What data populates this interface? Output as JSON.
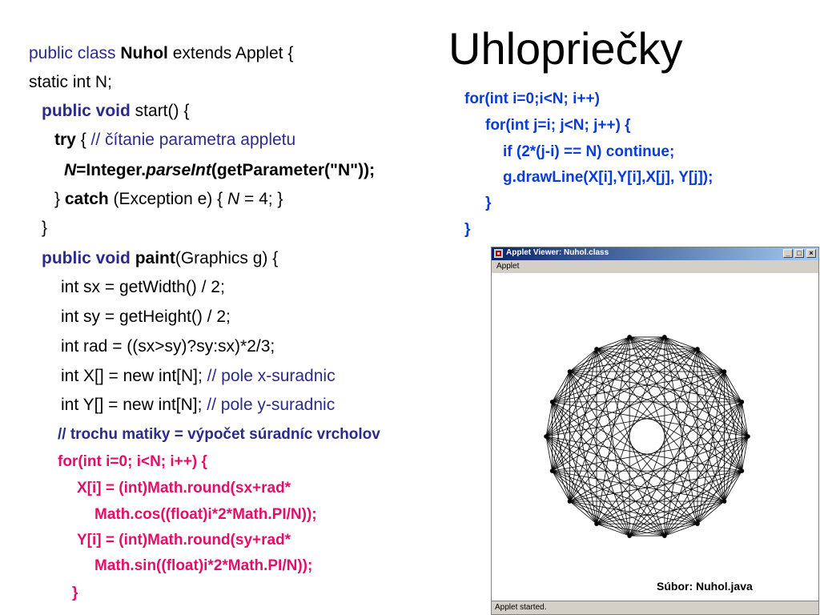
{
  "slide": {
    "title": "Uhlopriečky"
  },
  "code": {
    "l1_a": "public class ",
    "l1_b": "Nuhol",
    "l1_c": " extends Applet {",
    "l2": "static int N;",
    "l3_a": "public void",
    "l3_b": " start() {",
    "l4_a": "try",
    "l4_b": " { ",
    "l4_c": "// čítanie parametra appletu",
    "l5_a": "N",
    "l5_b": "=Integer.",
    "l5_c": "parseInt",
    "l5_d": "(getParameter(\"N\"));",
    "l6_a": "} ",
    "l6_b": "catch",
    "l6_c": " (Exception e) { ",
    "l6_d": "N",
    "l6_e": " = 4; }",
    "l7": "}",
    "l8_a": "public void",
    "l8_b": " ",
    "l8_c": "paint",
    "l8_d": "(Graphics g) {",
    "l9": "int sx = getWidth() / 2;",
    "l10": "int sy = getHeight() / 2;",
    "l11": "int rad = ((sx>sy)?sy:sx)*2/3;",
    "l12_a": "int X[] = new int[N];  ",
    "l12_b": "// pole x-suradnic",
    "l13_a": "int Y[] = new int[N];  ",
    "l13_b": "// pole y-suradnic",
    "l14": "// trochu matiky = výpočet súradníc vrcholov",
    "l15": "for(int i=0; i<N; i++) {",
    "l16": "X[i] = (int)Math.round(sx+rad*",
    "l17": "Math.cos((float)i*2*Math.PI/N));",
    "l18": "Y[i] = (int)Math.round(sy+rad*",
    "l19": "Math.sin((float)i*2*Math.PI/N));",
    "l20": "}"
  },
  "right_code": {
    "r1": "for(int i=0;i<N; i++)",
    "r2": "for(int j=i; j<N; j++) {",
    "r3": "if (2*(j-i) == N) continue;",
    "r4": "g.drawLine(X[i],Y[i],X[j], Y[j]);",
    "r5": "}",
    "r6": "}"
  },
  "applet": {
    "window_title": "Applet Viewer: Nuhol.class",
    "menu_label": "Applet",
    "status": "Applet started.",
    "file_label": "Súbor: Nuhol.java",
    "buttons": {
      "minimize": "_",
      "maximize": "□",
      "close": "×"
    },
    "figure": {
      "n": 18,
      "skip_diameter": true,
      "line_color": "#000000"
    }
  },
  "colors": {
    "keyword": "#2b2b8c",
    "pink": "#e0106a",
    "right_code": "#0a3dd6"
  }
}
